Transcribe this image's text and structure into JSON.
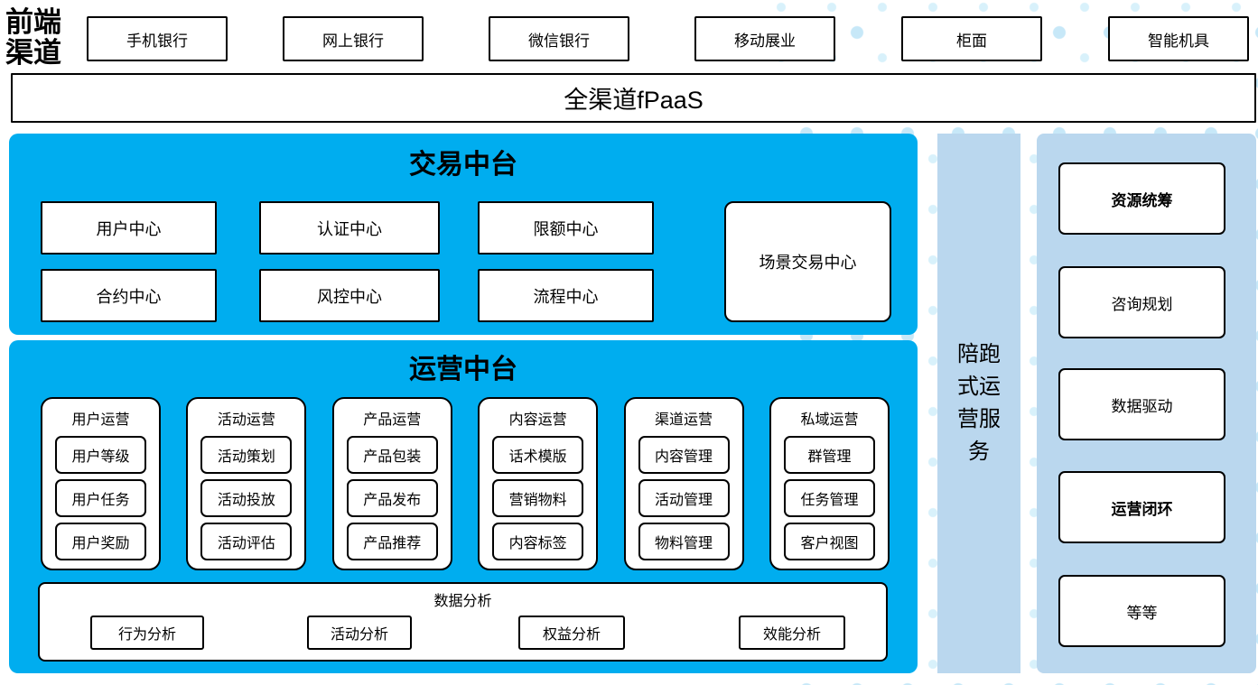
{
  "colors": {
    "accent_blue": "#00ADEF",
    "light_blue": "#BAD7EE",
    "dot_pattern": "#C7E8F8",
    "border": "#000000",
    "box_fill": "#FFFFFF"
  },
  "front_channels": {
    "label": "前端渠道",
    "label_line1": "前端",
    "label_line2": "渠道",
    "items": [
      "手机银行",
      "网上银行",
      "微信银行",
      "移动展业",
      "柜面",
      "智能机具"
    ]
  },
  "fpaas": {
    "label": "全渠道fPaaS"
  },
  "transaction": {
    "title": "交易中台",
    "row1": [
      "用户中心",
      "认证中心",
      "限额中心"
    ],
    "row2": [
      "合约中心",
      "风控中心",
      "流程中心"
    ],
    "scene_center": "场景交易中心"
  },
  "operations": {
    "title": "运营中台",
    "columns": [
      {
        "title": "用户运营",
        "items": [
          "用户等级",
          "用户任务",
          "用户奖励"
        ]
      },
      {
        "title": "活动运营",
        "items": [
          "活动策划",
          "活动投放",
          "活动评估"
        ]
      },
      {
        "title": "产品运营",
        "items": [
          "产品包装",
          "产品发布",
          "产品推荐"
        ]
      },
      {
        "title": "内容运营",
        "items": [
          "话术模版",
          "营销物料",
          "内容标签"
        ]
      },
      {
        "title": "渠道运营",
        "items": [
          "内容管理",
          "活动管理",
          "物料管理"
        ]
      },
      {
        "title": "私域运营",
        "items": [
          "群管理",
          "任务管理",
          "客户视图"
        ]
      }
    ],
    "analysis": {
      "title": "数据分析",
      "items": [
        "行为分析",
        "活动分析",
        "权益分析",
        "效能分析"
      ]
    }
  },
  "side_service": {
    "label": "陪跑式运营服务",
    "lines": [
      "陪跑",
      "式运",
      "营服",
      "务"
    ]
  },
  "right_panel": {
    "items": [
      {
        "label": "资源统筹",
        "bold": true
      },
      {
        "label": "咨询规划",
        "bold": false
      },
      {
        "label": "数据驱动",
        "bold": false
      },
      {
        "label": "运营闭环",
        "bold": true
      },
      {
        "label": "等等",
        "bold": false
      }
    ]
  }
}
